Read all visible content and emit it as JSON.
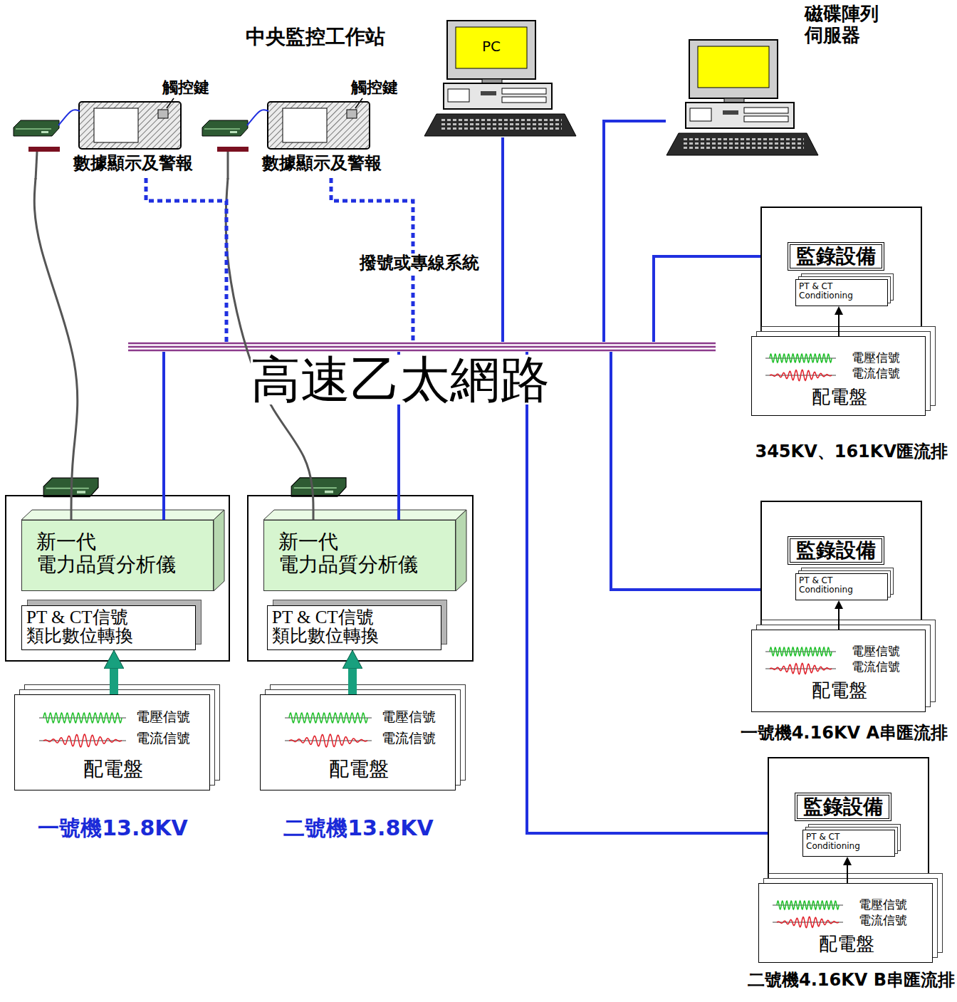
{
  "diagram": {
    "nodes": [
      {
        "text": [
          "中央監控工作站",
          "PC"
        ]
      },
      {
        "text": [
          "磁碟陣列 伺服器"
        ]
      },
      {
        "text": [
          "數據顯示及警報"
        ]
      },
      {
        "text": [
          "數據顯示及警報"
        ]
      },
      {
        "text": [
          "高速乙太網路"
        ]
      },
      {
        "text": [
          "新一代 電力品質分析儀"
        ]
      },
      {
        "text": [
          "PT & CT信號 類比數位轉換"
        ]
      },
      {
        "text": [
          "電壓信號",
          "電流信號",
          "配電盤",
          "一號機13.8KV"
        ]
      },
      {
        "text": [
          "新一代 電力品質分析儀"
        ]
      },
      {
        "text": [
          "PT & CT信號 類比數位轉換"
        ]
      },
      {
        "text": [
          "電壓信號",
          "電流信號",
          "配電盤",
          "二號機13.8KV"
        ]
      },
      {
        "text": [
          "監錄設備"
        ]
      },
      {
        "text": [
          "PT & CT Conditioning"
        ],
        "in": 11
      },
      {
        "text": [
          "電壓信號",
          "電流信號",
          "配電盤",
          "345KV、161KV匯流排"
        ]
      },
      {
        "text": [
          "監錄設備"
        ]
      },
      {
        "text": [
          "PT & CT Conditioning"
        ],
        "in": 14
      },
      {
        "text": [
          "電壓信號",
          "電流信號",
          "配電盤",
          "一號機4.16KV A串匯流排"
        ]
      },
      {
        "text": [
          "監錄設備"
        ]
      },
      {
        "text": [
          "PT & CT Conditioning"
        ],
        "in": 17
      },
      {
        "text": [
          "電壓信號",
          "電流信號",
          "配電盤",
          "二號機4.16KV B串匯流排"
        ]
      }
    ],
    "edges": [
      {
        "from": 0,
        "to": 4,
        "arrow": "none"
      },
      {
        "from": 1,
        "to": 4,
        "arrow": "none"
      },
      {
        "from": 2,
        "to": 5,
        "arrow": "none"
      },
      {
        "from": 3,
        "to": 8,
        "arrow": "none"
      },
      {
        "from": 2,
        "to": 4,
        "arrow": "none"
      },
      {
        "from": 3,
        "to": 4,
        "arrow": "none"
      },
      {
        "from": 4,
        "to": 5,
        "arrow": "none"
      },
      {
        "from": 4,
        "to": 8,
        "arrow": "none"
      },
      {
        "from": 4,
        "to": 11,
        "arrow": "none"
      },
      {
        "from": 4,
        "to": 14,
        "arrow": "none"
      },
      {
        "from": 4,
        "to": 17,
        "arrow": "none"
      },
      {
        "from": 7,
        "to": 6,
        "arrow": "to"
      },
      {
        "from": 10,
        "to": 9,
        "arrow": "to"
      },
      {
        "from": 13,
        "to": 12,
        "arrow": "to"
      },
      {
        "from": 16,
        "to": 15,
        "arrow": "to"
      },
      {
        "from": 19,
        "to": 18,
        "arrow": "to"
      }
    ],
    "labels": [
      "觸控鍵",
      "觸控鍵",
      "撥號或專線系統"
    ]
  }
}
